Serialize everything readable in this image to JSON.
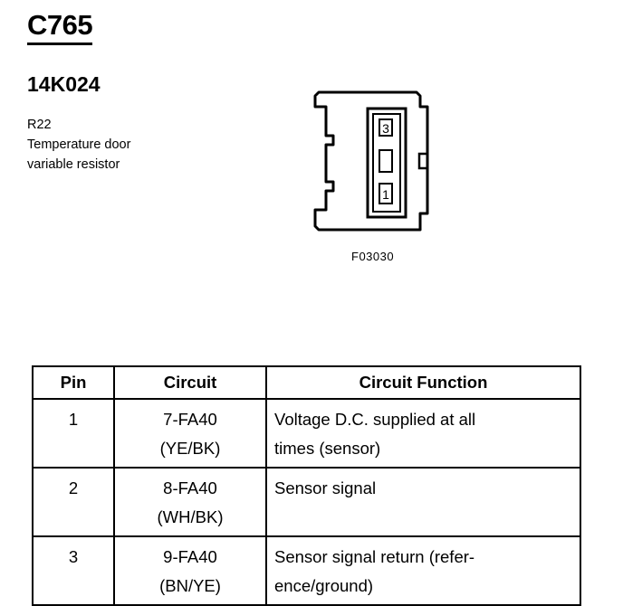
{
  "connector": {
    "id": "C765",
    "part_number": "14K024",
    "description": [
      "R22",
      "Temperature door",
      "variable resistor"
    ]
  },
  "diagram": {
    "figure_code": "F03030",
    "pin_labels": [
      "3",
      "1"
    ]
  },
  "table": {
    "headers": [
      "Pin",
      "Circuit",
      "Circuit Function"
    ],
    "rows": [
      {
        "pin": "1",
        "circuit": "7-FA40",
        "color": "(YE/BK)",
        "function": [
          "Voltage D.C. supplied at all",
          "times (sensor)"
        ]
      },
      {
        "pin": "2",
        "circuit": "8-FA40",
        "color": "(WH/BK)",
        "function": [
          "Sensor signal"
        ]
      },
      {
        "pin": "3",
        "circuit": "9-FA40",
        "color": "(BN/YE)",
        "function": [
          "Sensor signal return (refer-",
          "ence/ground)"
        ]
      }
    ]
  }
}
